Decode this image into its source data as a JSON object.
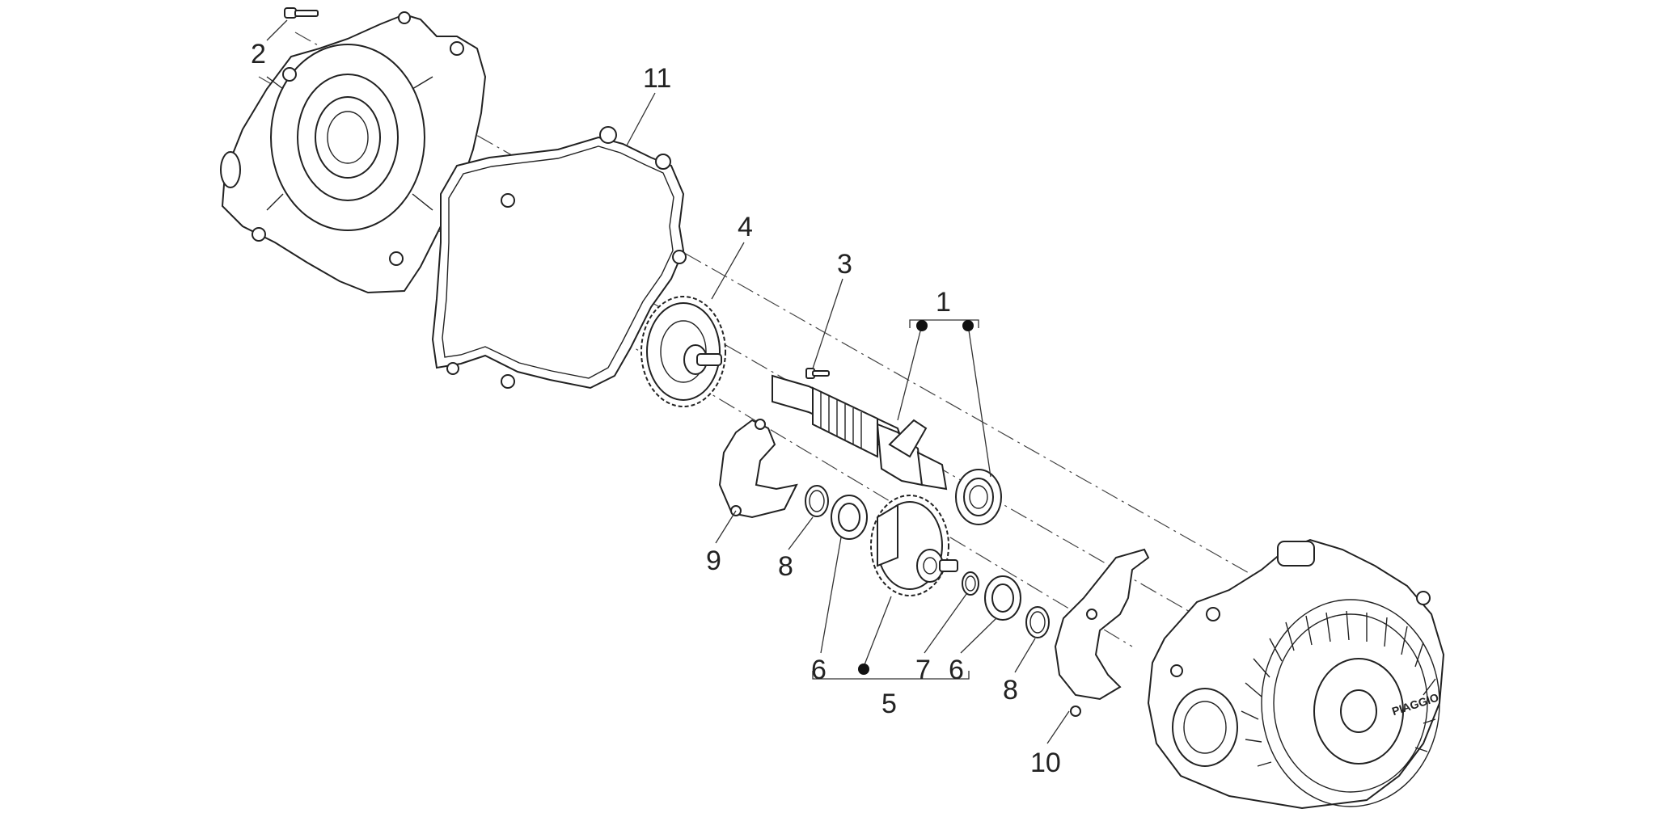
{
  "callouts": {
    "c1": "1",
    "c2": "2",
    "c3": "3",
    "c4": "4",
    "c5": "5",
    "c6a": "6",
    "c6b": "6",
    "c7": "7",
    "c8a": "8",
    "c8b": "8",
    "c9": "9",
    "c10": "10",
    "c11": "11"
  },
  "brand_mark": "PIAGGIO"
}
